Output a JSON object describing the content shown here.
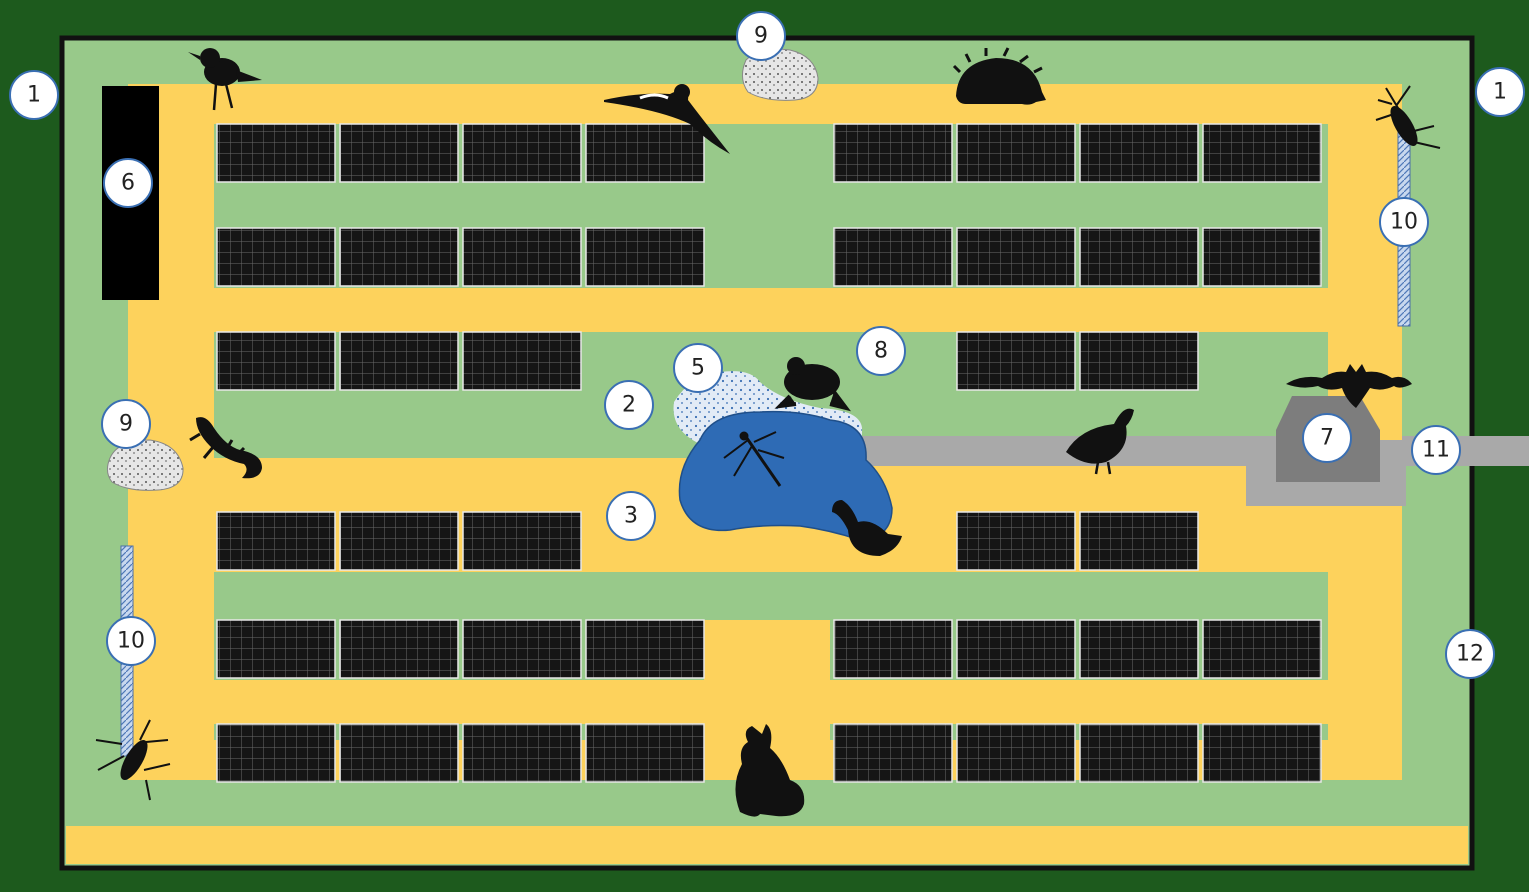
{
  "colors": {
    "outer_hedge": "#1d5a1d",
    "fence": "#111111",
    "meadow": "#98c98a",
    "flower_strip": "#fdd25c",
    "panel": "#151515",
    "panel_grid": "#6a6a6a",
    "pond": "#2e6bb5",
    "shallow_zone": "#dde8f4",
    "gravel": "#dedede",
    "road": "#a9a9a9",
    "building": "#7d7d7d",
    "black_structure": "#000000",
    "silhouette": "#111111"
  },
  "callouts": [
    {
      "id": "c1a",
      "label": "1"
    },
    {
      "id": "c1b",
      "label": "1"
    },
    {
      "id": "c2",
      "label": "2"
    },
    {
      "id": "c3",
      "label": "3"
    },
    {
      "id": "c5",
      "label": "5"
    },
    {
      "id": "c6",
      "label": "6"
    },
    {
      "id": "c7",
      "label": "7"
    },
    {
      "id": "c8",
      "label": "8"
    },
    {
      "id": "c9a",
      "label": "9"
    },
    {
      "id": "c9b",
      "label": "9"
    },
    {
      "id": "c10a",
      "label": "10"
    },
    {
      "id": "c10b",
      "label": "10"
    },
    {
      "id": "c11",
      "label": "11"
    },
    {
      "id": "c12",
      "label": "12"
    }
  ],
  "icons": {
    "animals": [
      "blackbird-icon",
      "magpie-icon",
      "hedgehog-icon",
      "beetle-icon",
      "lizard-icon",
      "frog-icon",
      "dragonfly-icon",
      "duck-icon",
      "partridge-icon",
      "bat-icon",
      "hare-icon"
    ],
    "structures": [
      "solar-panel-row",
      "pond",
      "shallow-water-zone",
      "gravel-pile",
      "deadwood-strip",
      "equipment-building",
      "access-road",
      "black-structure"
    ]
  }
}
